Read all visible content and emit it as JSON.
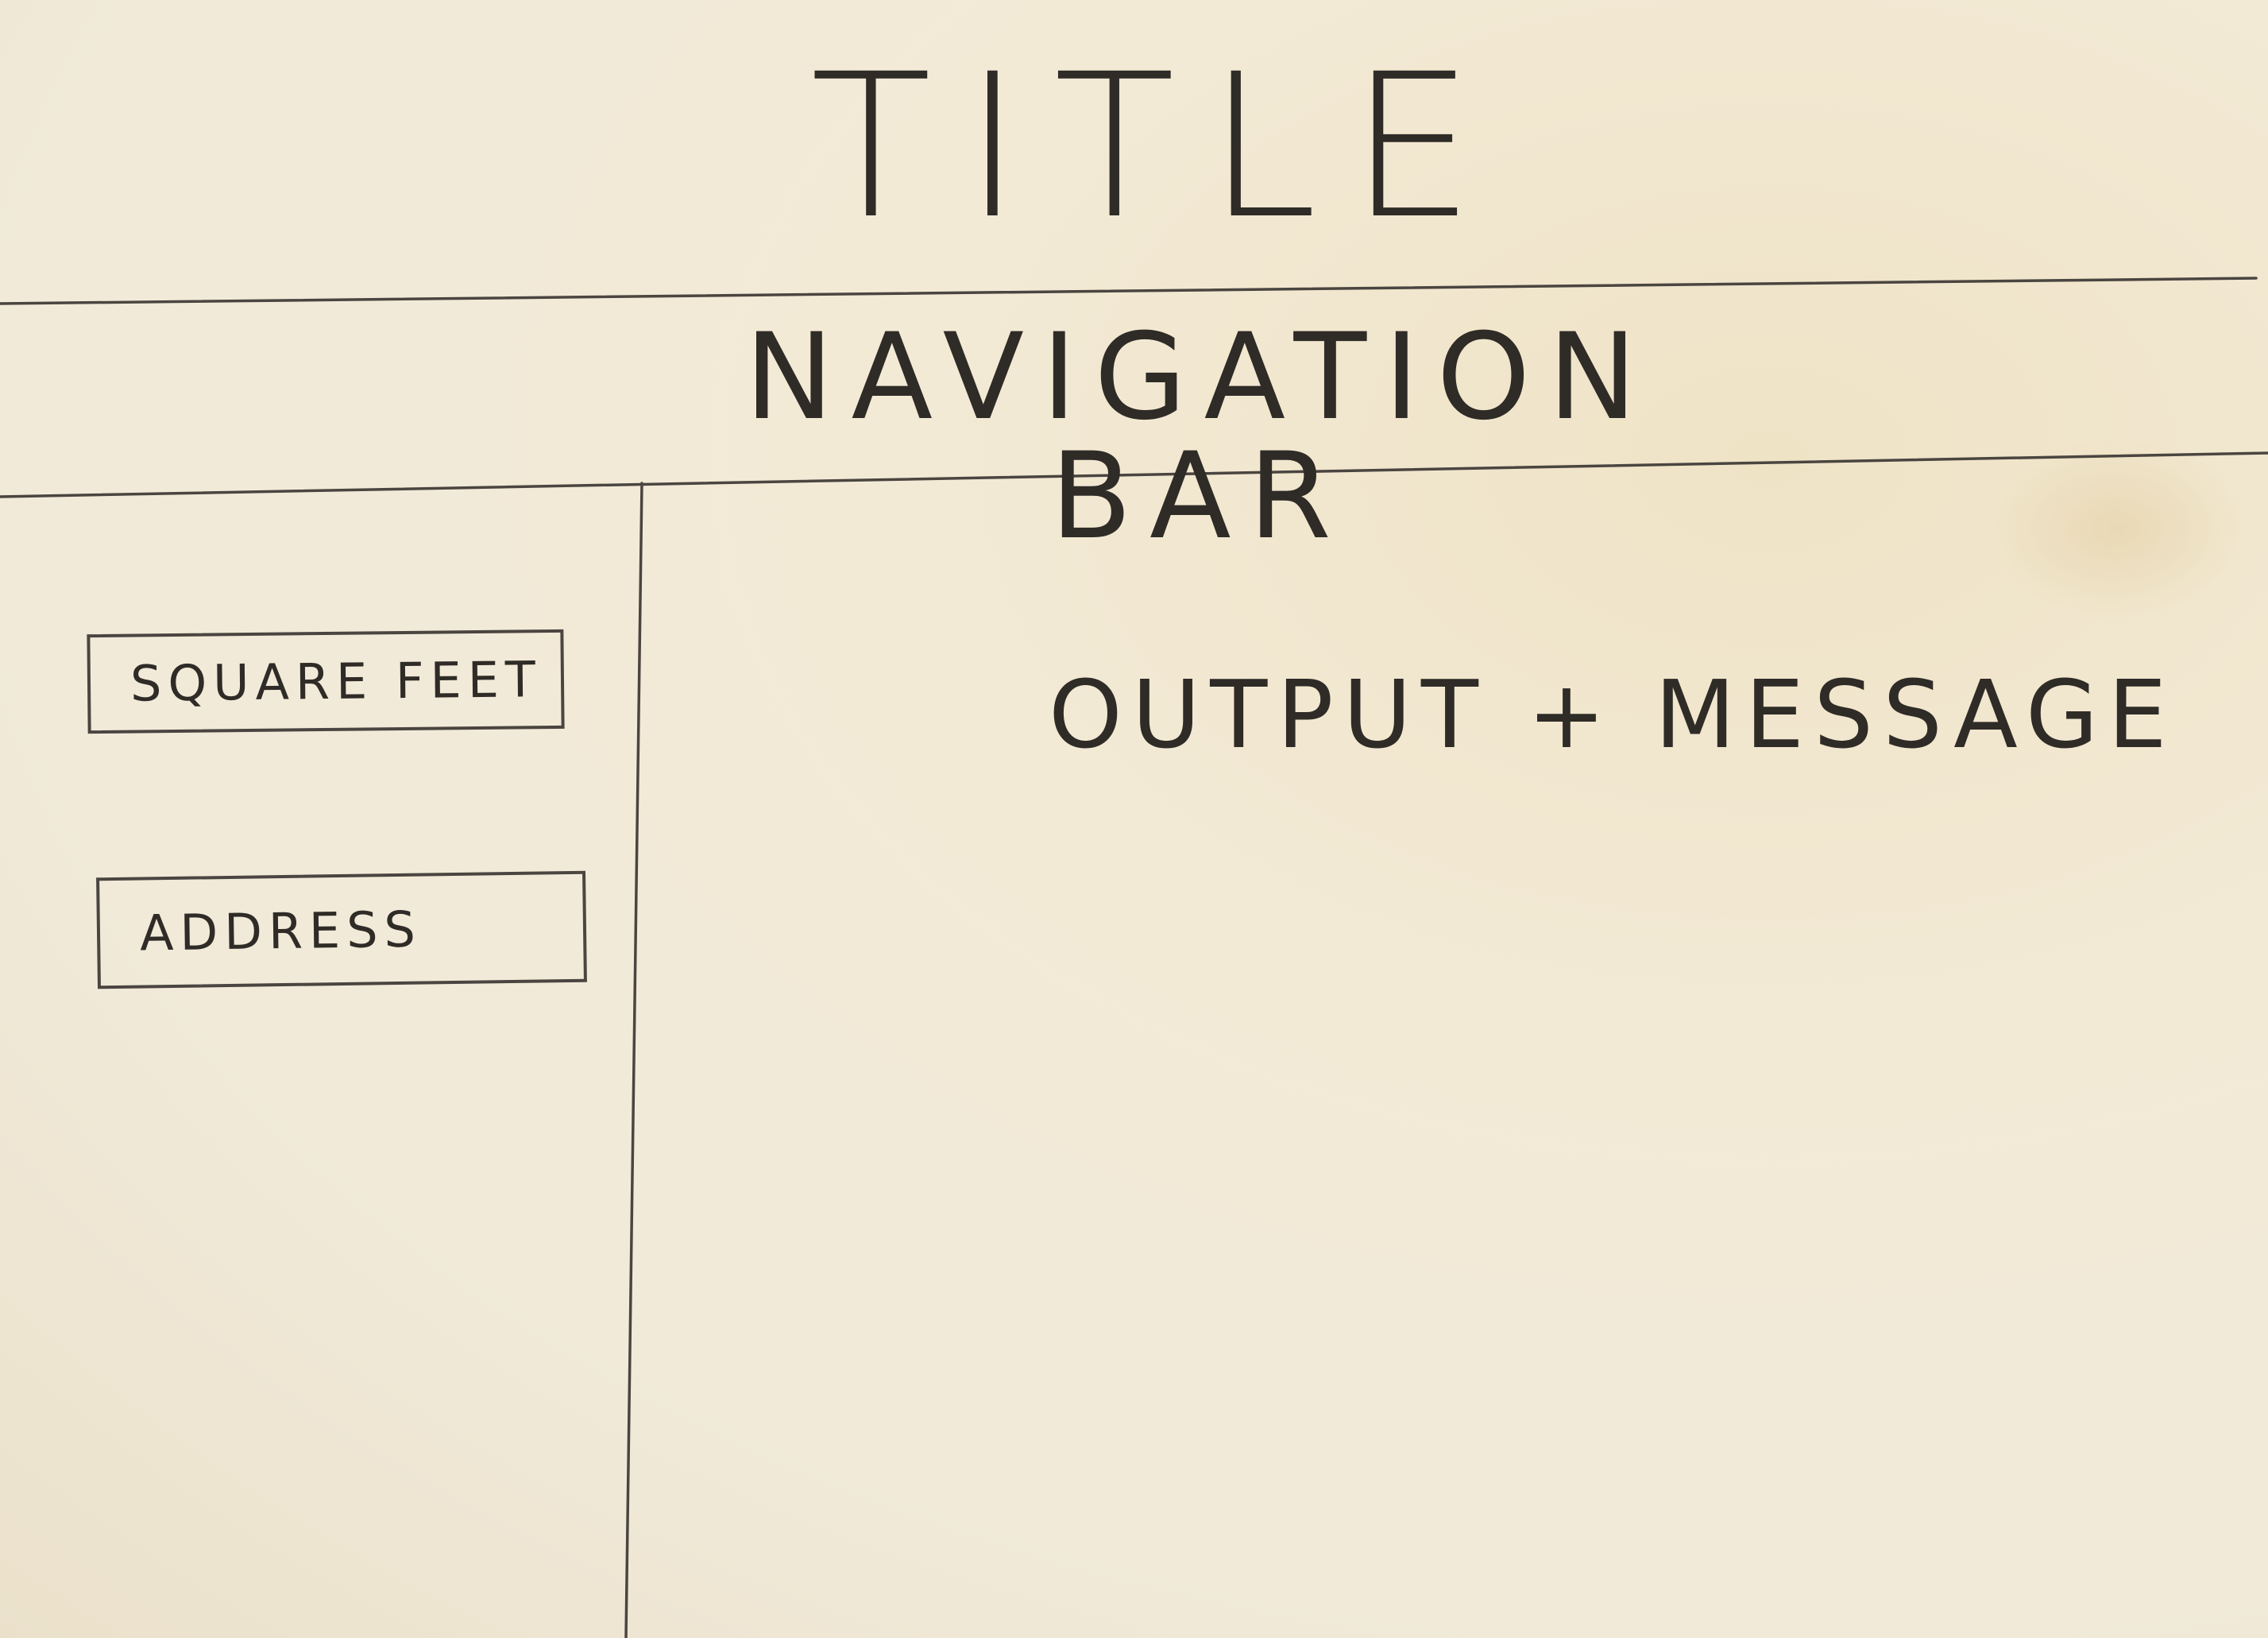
{
  "header": {
    "title": "TITLE"
  },
  "nav": {
    "label": "NAVIGATION BAR"
  },
  "sidebar": {
    "fields": [
      {
        "label": "SQUARE FEET"
      },
      {
        "label": "ADDRESS"
      }
    ]
  },
  "main": {
    "output_label": "OUTPUT + MESSAGE"
  },
  "colors": {
    "paper": "#f1ead9",
    "ink": "#2f2b27"
  }
}
